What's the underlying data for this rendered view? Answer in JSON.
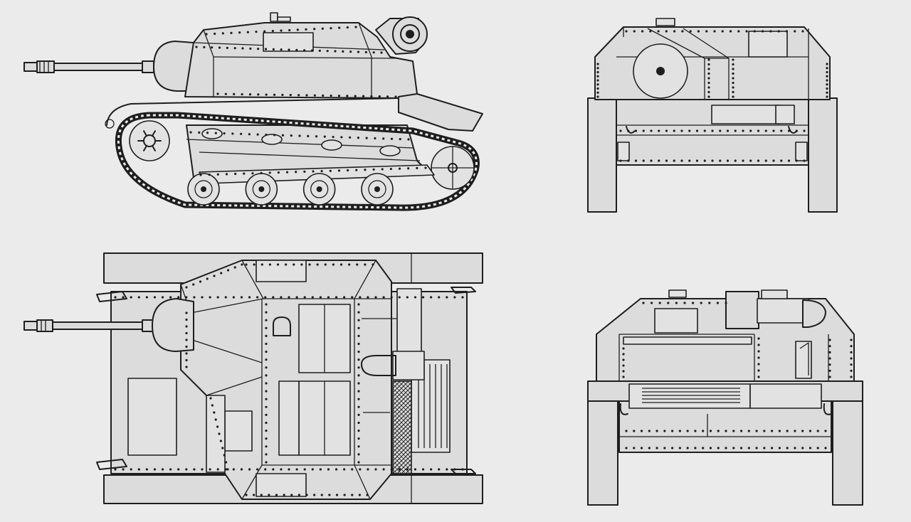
{
  "drawing": {
    "views": [
      {
        "id": "side",
        "kind": "side-elevation"
      },
      {
        "id": "front",
        "kind": "front-elevation"
      },
      {
        "id": "top",
        "kind": "plan-view"
      },
      {
        "id": "rear",
        "kind": "rear-elevation"
      }
    ],
    "colors": {
      "paper": "#ebebeb",
      "ink": "#1e1e1e",
      "armor_fill": "#dcdcdc"
    },
    "roadwheels_per_side": 4,
    "text_labels": []
  }
}
